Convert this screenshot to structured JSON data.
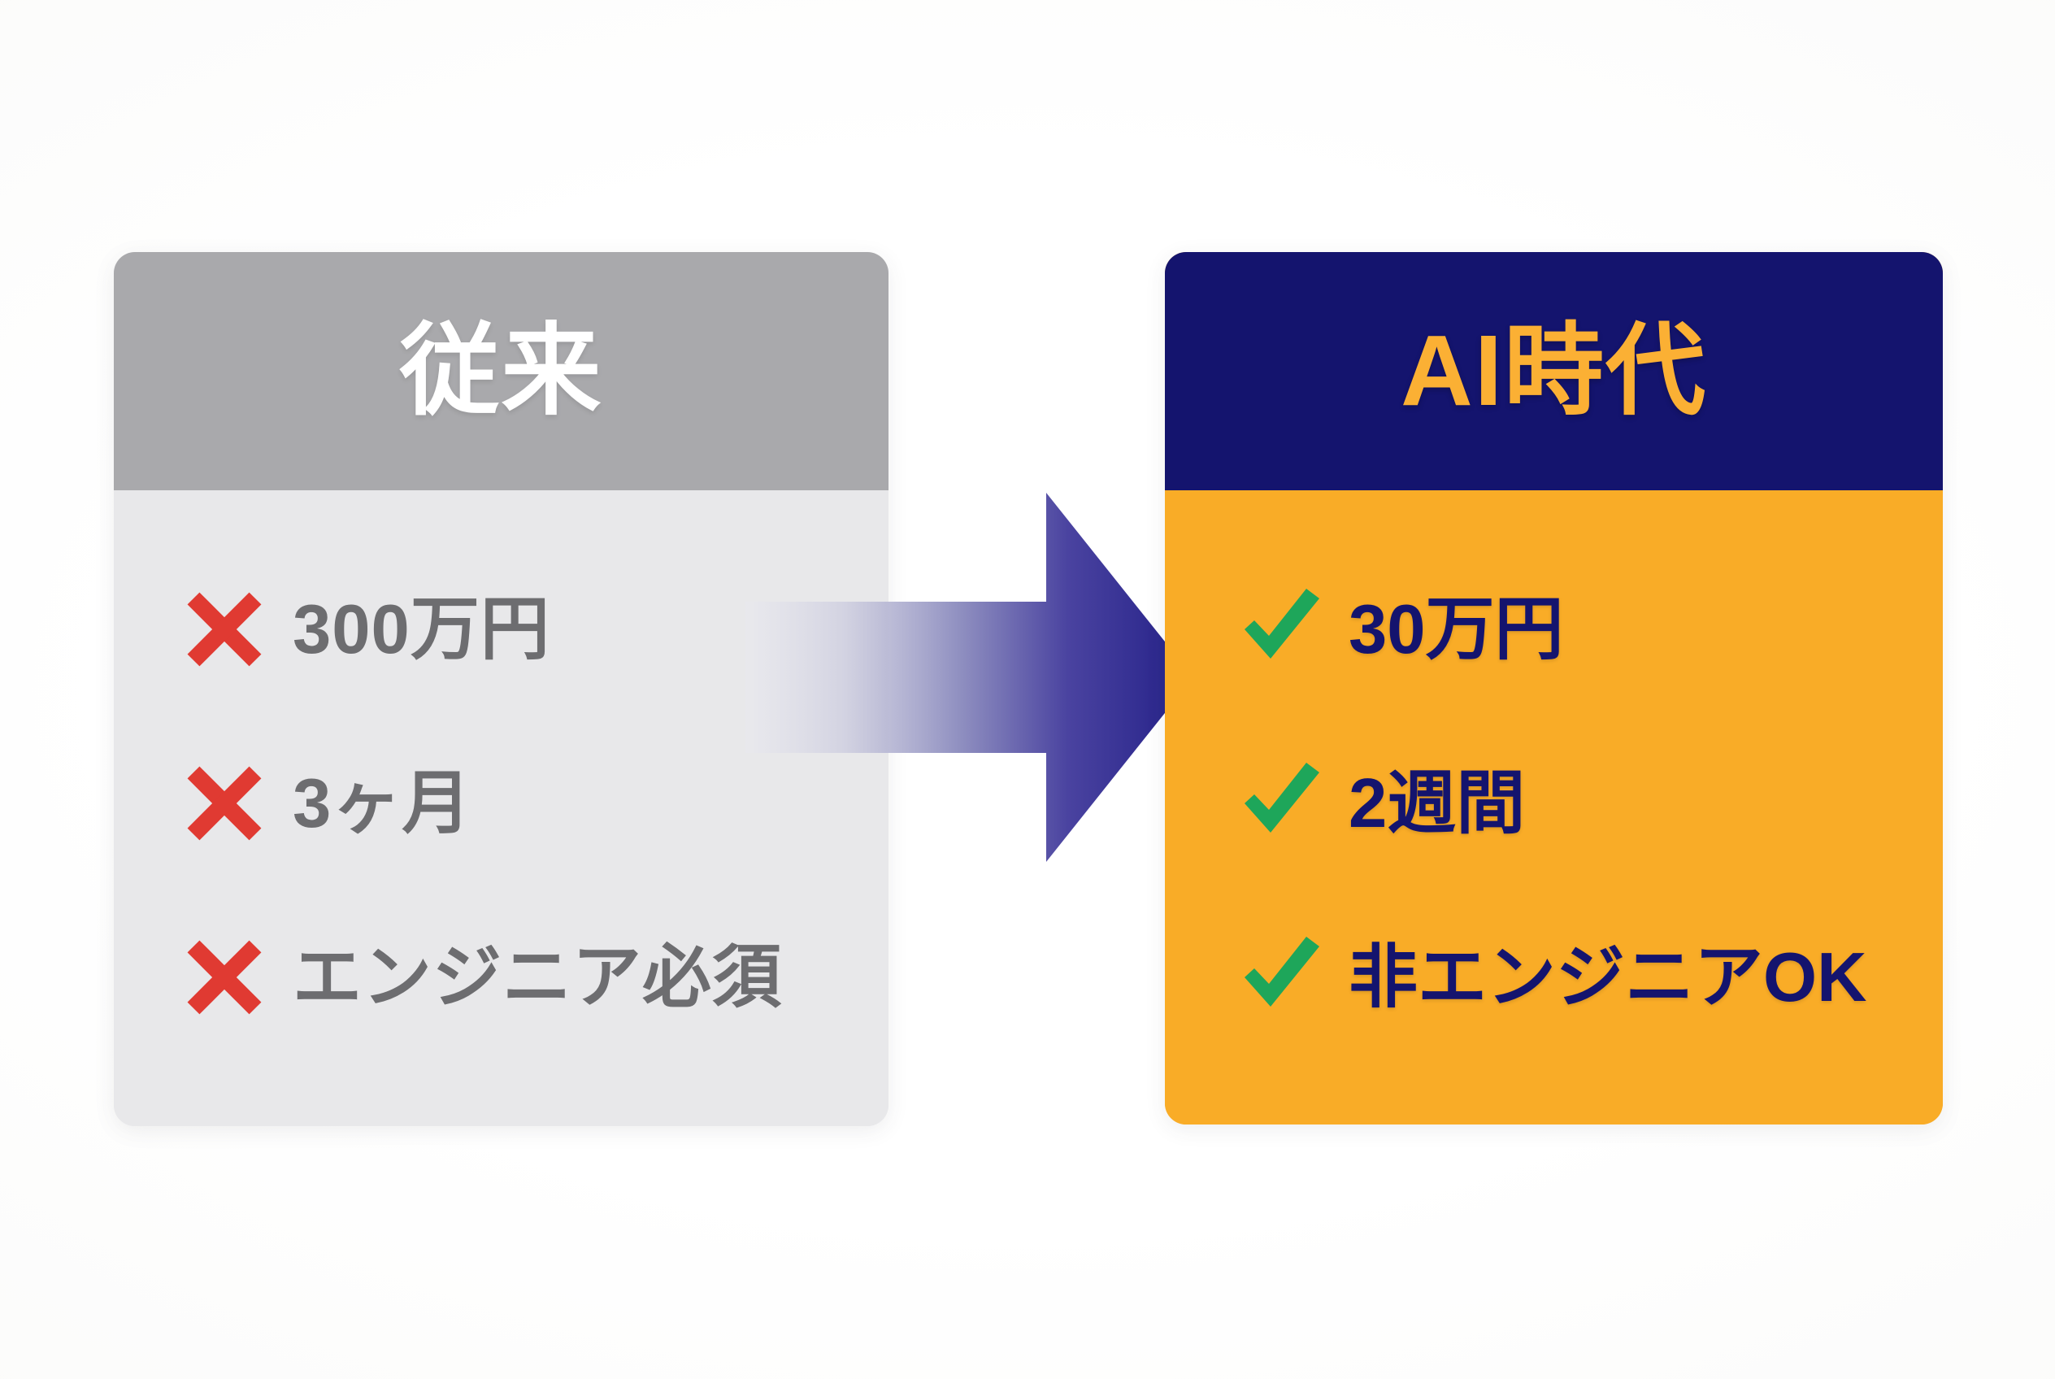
{
  "diagram": {
    "type": "before-after-comparison",
    "background_color": "#ffffff",
    "before_card": {
      "title": "従来",
      "header_bg": "#a9a9ac",
      "header_text_color": "#ffffff",
      "body_bg": "#e8e8ea",
      "mark_icon": "cross-icon",
      "mark_color": "#e03a32",
      "text_color": "#6d6d70",
      "items": [
        {
          "label": "300万円"
        },
        {
          "label": "3ヶ月"
        },
        {
          "label": "エンジニア必須"
        }
      ]
    },
    "after_card": {
      "title": "AI時代",
      "header_bg": "#14146e",
      "header_text_color": "#fbb034",
      "body_bg": "#f9ac27",
      "mark_icon": "check-icon",
      "mark_color": "#1ea65a",
      "text_color": "#14146e",
      "items": [
        {
          "label": "30万円"
        },
        {
          "label": "2週間"
        },
        {
          "label": "非エンジニアOK"
        }
      ]
    },
    "arrow": {
      "icon": "right-arrow-icon",
      "direction": "right",
      "gradient_from": "#e9e9ef",
      "gradient_to": "#231f87"
    }
  }
}
